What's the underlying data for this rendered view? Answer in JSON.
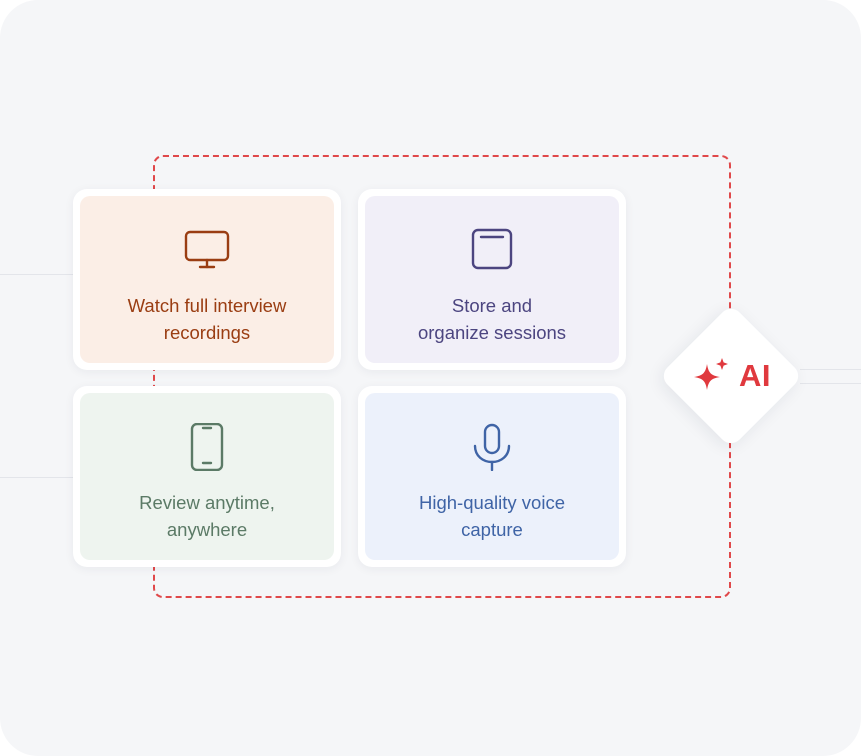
{
  "cards": [
    {
      "text": "Watch full interview\nrecordings",
      "icon": "monitor-icon",
      "fg": "#9a3d12",
      "bg": "#fbeee6"
    },
    {
      "text": "Store and\norganize sessions",
      "icon": "window-icon",
      "fg": "#4c4580",
      "bg": "#f1eff8"
    },
    {
      "text": "Review anytime,\nanywhere",
      "icon": "smartphone-icon",
      "fg": "#5b7a66",
      "bg": "#eef4ef"
    },
    {
      "text": "High-quality voice\ncapture",
      "icon": "microphone-icon",
      "fg": "#3f64a6",
      "bg": "#ecf1fb"
    }
  ],
  "ai_badge": {
    "label": "AI",
    "icon": "sparkle-icon",
    "color": "#e0393e"
  },
  "frame": {
    "dash_color": "#e0484a",
    "background": "#f5f6f8"
  }
}
